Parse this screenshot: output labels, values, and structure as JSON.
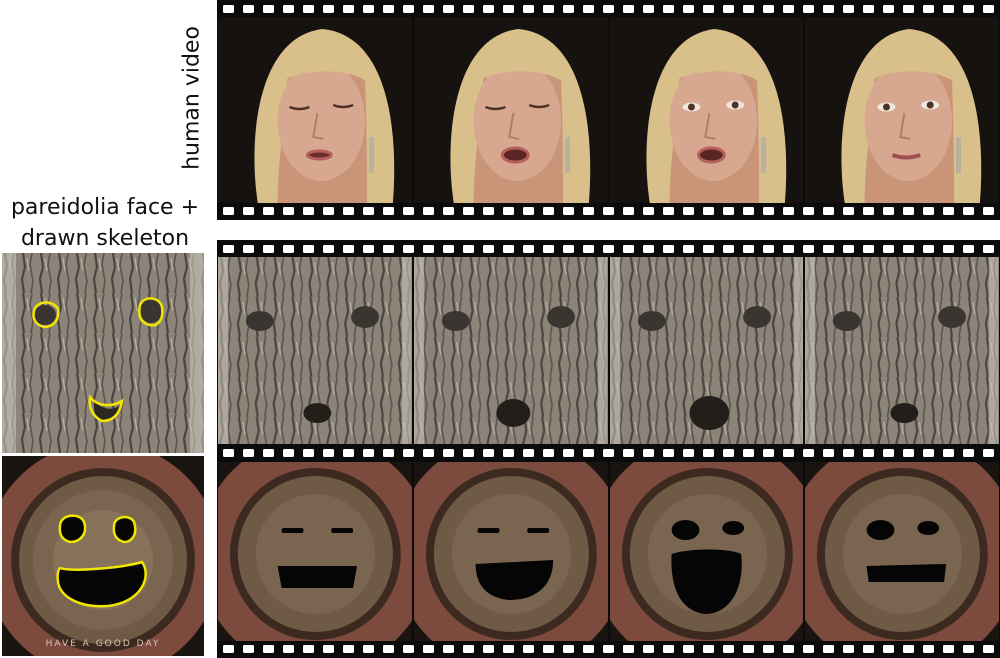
{
  "labels": {
    "row_human": "human video",
    "left_line1": "pareidolia face +",
    "left_line2": "drawn skeleton"
  },
  "rows": [
    {
      "id": "human",
      "frames": [
        {
          "eyes": "closed",
          "mouth": "slightly-open"
        },
        {
          "eyes": "closed",
          "mouth": "open"
        },
        {
          "eyes": "open",
          "mouth": "open"
        },
        {
          "eyes": "open",
          "mouth": "closed"
        }
      ]
    },
    {
      "id": "tree",
      "frames": [
        {
          "mouth": "small"
        },
        {
          "mouth": "medium"
        },
        {
          "mouth": "large"
        },
        {
          "mouth": "small"
        }
      ]
    },
    {
      "id": "coffee",
      "frames": [
        {
          "eyes": "slits",
          "mouth": "wide"
        },
        {
          "eyes": "slits",
          "mouth": "open"
        },
        {
          "eyes": "open",
          "mouth": "wide-open"
        },
        {
          "eyes": "open",
          "mouth": "narrow"
        }
      ]
    }
  ],
  "coffee_text": "HAVE A GOOD DAY",
  "colors": {
    "skeleton": "#f2e600",
    "film": "#0b0b0b",
    "bark": "#8c8478",
    "coffee_rim": "#7d4b3e",
    "coffee_crema": "#6e5a45",
    "hair": "#d9c08a",
    "skin": "#d8a78f",
    "background_dark": "#1a1410"
  }
}
